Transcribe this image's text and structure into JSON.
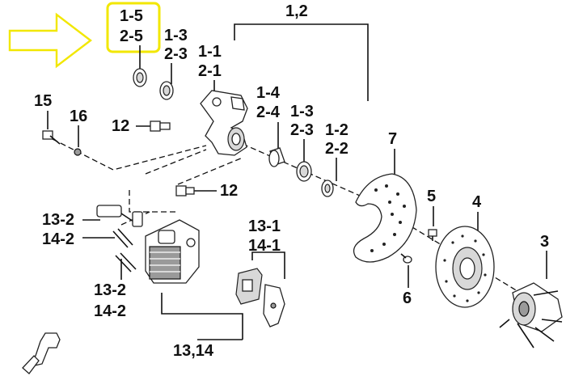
{
  "highlight": {
    "color": "#f2e700"
  },
  "labels": {
    "l_1_5": "1-5",
    "l_2_5": "2-5",
    "l_1_3_top": "1-3",
    "l_2_3_top": "2-3",
    "l_1_2_top": "1,2",
    "l_1_1": "1-1",
    "l_2_1": "2-1",
    "l_15": "15",
    "l_16": "16",
    "l_12_top": "12",
    "l_1_4": "1-4",
    "l_2_4": "2-4",
    "l_1_3_mid": "1-3",
    "l_2_3_mid": "2-3",
    "l_1_2_mid": "1-2",
    "l_2_2_mid": "2-2",
    "l_7": "7",
    "l_12_mid": "12",
    "l_5": "5",
    "l_4": "4",
    "l_3": "3",
    "l_13_2_top": "13-2",
    "l_14_2_top": "14-2",
    "l_13_1": "13-1",
    "l_14_1": "14-1",
    "l_13_2_bot": "13-2",
    "l_14_2_bot": "14-2",
    "l_6": "6",
    "l_13_14": "13,14"
  }
}
